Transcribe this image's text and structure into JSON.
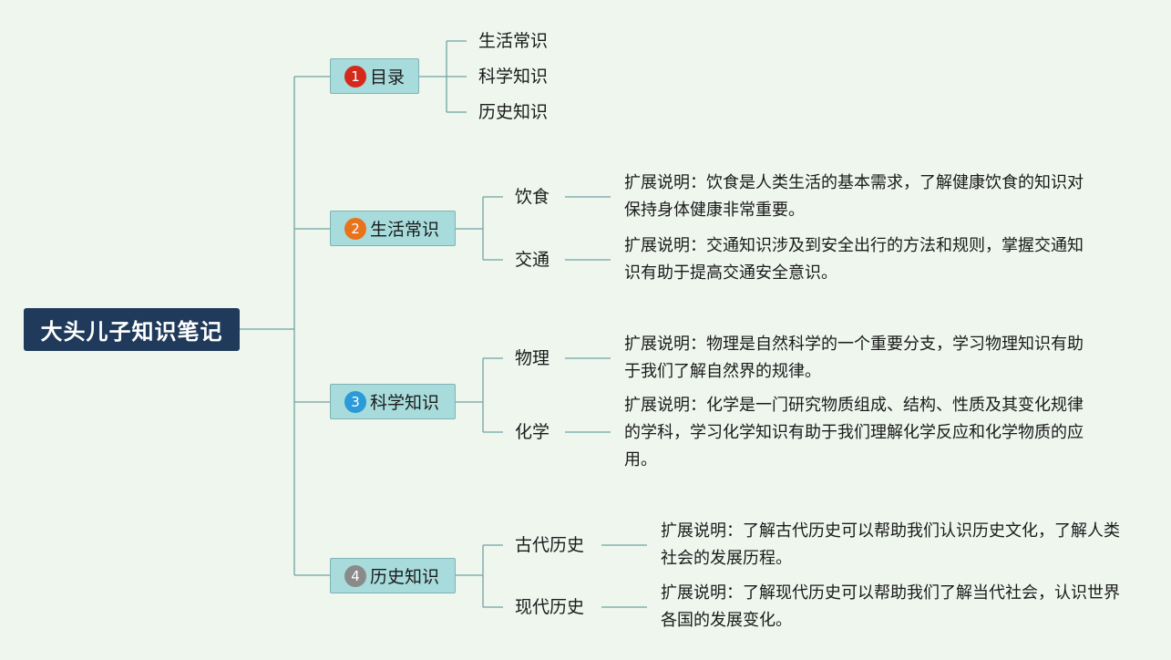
{
  "root": {
    "label": "大头儿子知识笔记"
  },
  "colors": {
    "line": "#6fa4a4",
    "root_bg": "#1f3a5a",
    "branch_bg": "#a8dcdc"
  },
  "branches": [
    {
      "number": "1",
      "badge_color": "#d42a1c",
      "label": "目录",
      "children": [
        {
          "label": "生活常识"
        },
        {
          "label": "科学知识"
        },
        {
          "label": "历史知识"
        }
      ]
    },
    {
      "number": "2",
      "badge_color": "#e8731c",
      "label": "生活常识",
      "children": [
        {
          "label": "饮食",
          "desc": "扩展说明：饮食是人类生活的基本需求，了解健康饮食的知识对保持身体健康非常重要。"
        },
        {
          "label": "交通",
          "desc": "扩展说明：交通知识涉及到安全出行的方法和规则，掌握交通知识有助于提高交通安全意识。"
        }
      ]
    },
    {
      "number": "3",
      "badge_color": "#2a9ad8",
      "label": "科学知识",
      "children": [
        {
          "label": "物理",
          "desc": "扩展说明：物理是自然科学的一个重要分支，学习物理知识有助于我们了解自然界的规律。"
        },
        {
          "label": "化学",
          "desc": "扩展说明：化学是一门研究物质组成、结构、性质及其变化规律的学科，学习化学知识有助于我们理解化学反应和化学物质的应用。"
        }
      ]
    },
    {
      "number": "4",
      "badge_color": "#8a8a8a",
      "label": "历史知识",
      "children": [
        {
          "label": "古代历史",
          "desc": "扩展说明：了解古代历史可以帮助我们认识历史文化，了解人类社会的发展历程。"
        },
        {
          "label": "现代历史",
          "desc": "扩展说明：了解现代历史可以帮助我们了解当代社会，认识世界各国的发展变化。"
        }
      ]
    }
  ]
}
